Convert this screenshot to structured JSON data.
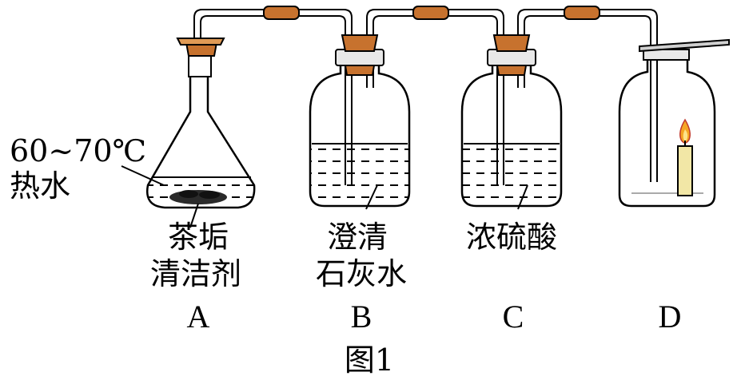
{
  "temperature_label": "60~70℃",
  "hot_water_label": "热水",
  "reagent_a_line1": "茶垢",
  "reagent_a_line2": "清洁剂",
  "reagent_b_line1": "澄清",
  "reagent_b_line2": "石灰水",
  "reagent_c": "浓硫酸",
  "apparatus_letters": [
    "A",
    "B",
    "C",
    "D"
  ],
  "figure_caption": "图1"
}
